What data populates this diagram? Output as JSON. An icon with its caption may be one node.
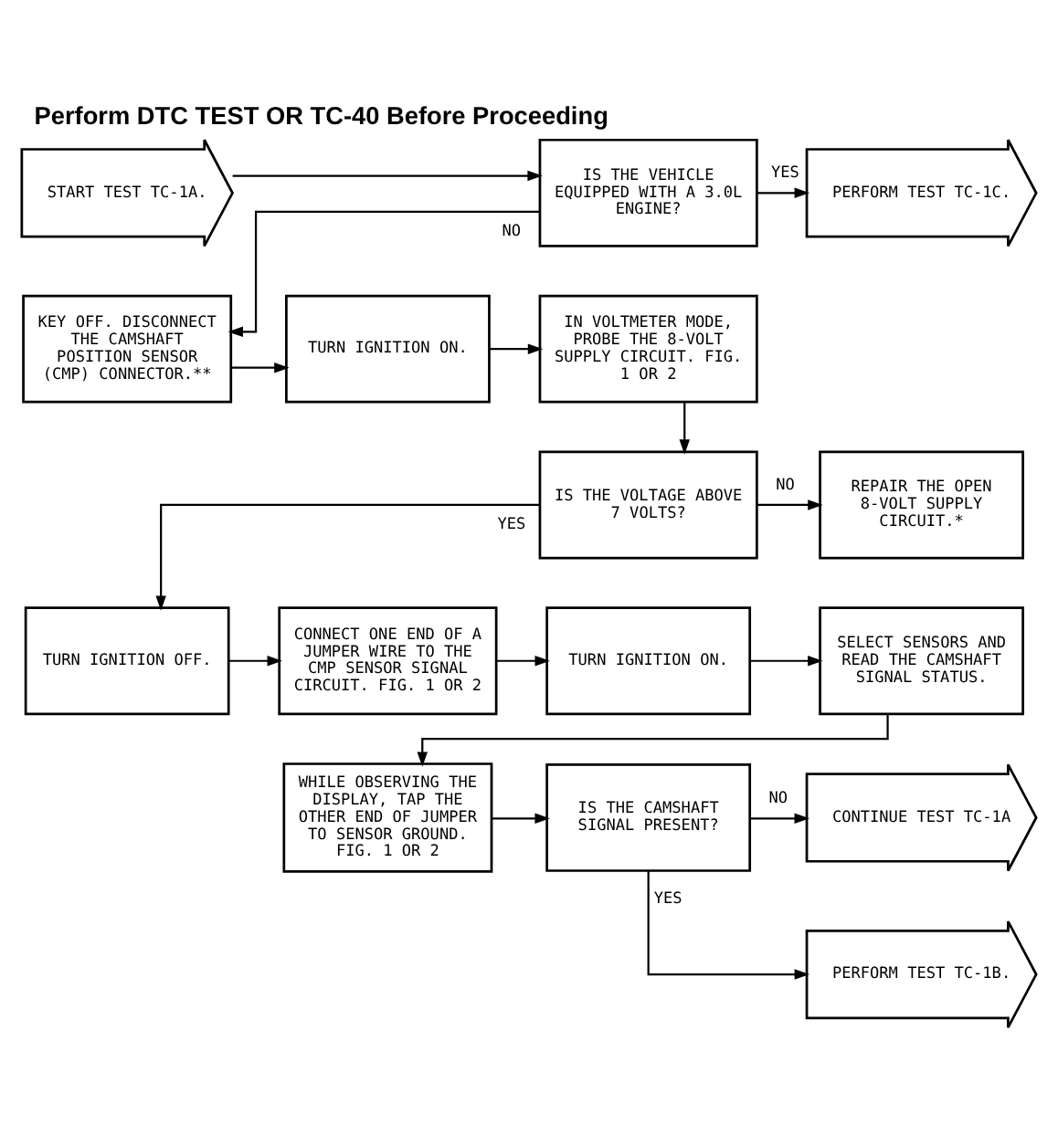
{
  "diagram": {
    "title": "Perform DTC TEST OR TC-40 Before Proceeding",
    "nodes": [
      {
        "text": [
          "START TEST TC-1A."
        ]
      },
      {
        "text": [
          "IS THE VEHICLE EQUIPPED WITH A 3.0L ENGINE?"
        ]
      },
      {
        "text": [
          "PERFORM TEST TC-1C."
        ]
      },
      {
        "text": [
          "KEY OFF. DISCONNECT THE CAMSHAFT POSITION SENSOR (CMP) CONNECTOR.**"
        ]
      },
      {
        "text": [
          "TURN IGNITION ON."
        ]
      },
      {
        "text": [
          "IN VOLTMETER MODE, PROBE THE 8-VOLT SUPPLY CIRCUIT. FIG. 1 OR 2"
        ]
      },
      {
        "text": [
          "IS THE VOLTAGE ABOVE 7 VOLTS?"
        ]
      },
      {
        "text": [
          "REPAIR THE OPEN 8-VOLT SUPPLY CIRCUIT.*"
        ]
      },
      {
        "text": [
          "TURN IGNITION OFF."
        ]
      },
      {
        "text": [
          "CONNECT ONE END OF A JUMPER WIRE TO THE CMP SENSOR SIGNAL CIRCUIT. FIG. 1 OR 2"
        ]
      },
      {
        "text": [
          "TURN IGNITION ON."
        ]
      },
      {
        "text": [
          "SELECT SENSORS AND READ THE CAMSHAFT SIGNAL STATUS."
        ]
      },
      {
        "text": [
          "WHILE OBSERVING THE DISPLAY, TAP THE OTHER END OF JUMPER TO SENSOR GROUND. FIG. 1 OR 2"
        ]
      },
      {
        "text": [
          "IS THE CAMSHAFT SIGNAL PRESENT?"
        ]
      },
      {
        "text": [
          "CONTINUE TEST TC-1A"
        ]
      },
      {
        "text": [
          "PERFORM TEST TC-1B."
        ]
      }
    ],
    "edges": [
      {
        "from": 0,
        "to": 1,
        "arrow": "to"
      },
      {
        "from": 1,
        "to": 2,
        "arrow": "to",
        "label": "YES"
      },
      {
        "from": 1,
        "to": 3,
        "arrow": "to",
        "label": "NO"
      },
      {
        "from": 3,
        "to": 4,
        "arrow": "to"
      },
      {
        "from": 4,
        "to": 5,
        "arrow": "to"
      },
      {
        "from": 5,
        "to": 6,
        "arrow": "to"
      },
      {
        "from": 6,
        "to": 7,
        "arrow": "to",
        "label": "NO"
      },
      {
        "from": 6,
        "to": 8,
        "arrow": "to",
        "label": "YES"
      },
      {
        "from": 8,
        "to": 9,
        "arrow": "to"
      },
      {
        "from": 9,
        "to": 10,
        "arrow": "to"
      },
      {
        "from": 10,
        "to": 11,
        "arrow": "to"
      },
      {
        "from": 11,
        "to": 12,
        "arrow": "to"
      },
      {
        "from": 12,
        "to": 13,
        "arrow": "to"
      },
      {
        "from": 13,
        "to": 14,
        "arrow": "to",
        "label": "NO"
      },
      {
        "from": 13,
        "to": 15,
        "arrow": "to",
        "label": "YES"
      }
    ]
  }
}
